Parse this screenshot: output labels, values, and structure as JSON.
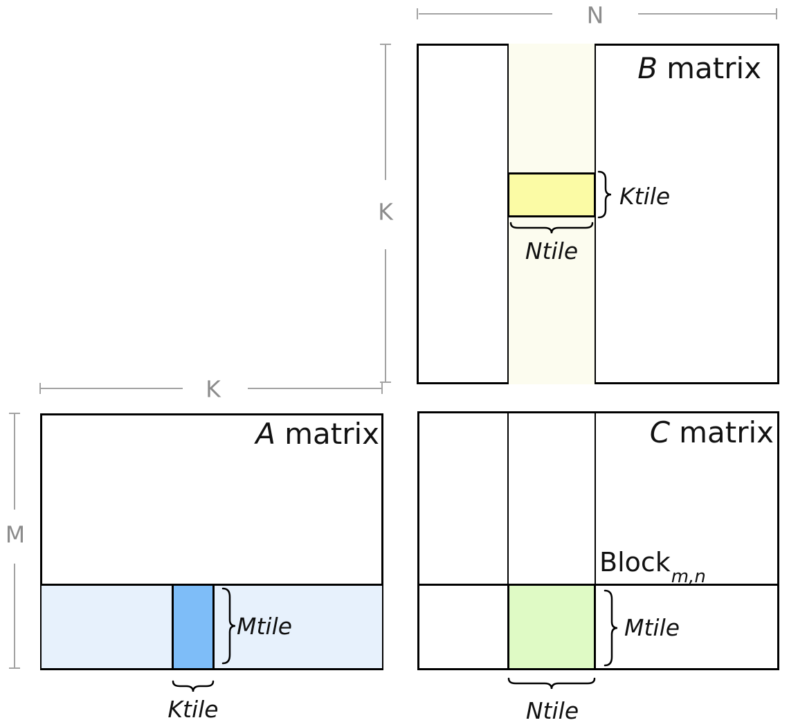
{
  "dimensions": {
    "n_label": "N",
    "k_label_b": "K",
    "k_label_a": "K",
    "m_label": "M"
  },
  "matrix_b": {
    "title_letter": "B",
    "title_word": "matrix",
    "ktile_label": "Ktile",
    "ntile_label": "Ntile"
  },
  "matrix_a": {
    "title_letter": "A",
    "title_word": "matrix",
    "mtile_label": "Mtile",
    "ktile_label": "Ktile"
  },
  "matrix_c": {
    "title_letter": "C",
    "title_word": "matrix",
    "block_label": "Block",
    "block_subscript": "m,n",
    "mtile_label": "Mtile",
    "ntile_label": "Ntile"
  },
  "colors": {
    "b_column_fill": "#FCFCEF",
    "b_ktile_fill": "#FBFBA5",
    "a_row_fill": "#E7F1FC",
    "a_ktile_fill": "#7EBDF8",
    "c_block_fill": "#DFFAC5",
    "dimension_line": "#A2A2A2",
    "dimension_text": "#8C8C8C",
    "outline": "#000000"
  }
}
